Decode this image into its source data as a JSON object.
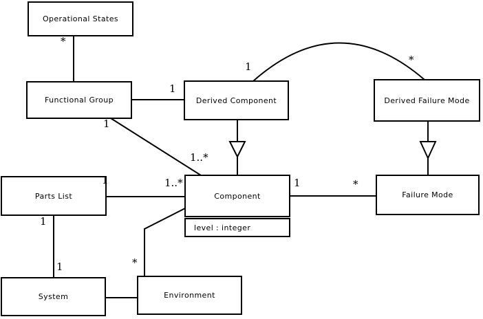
{
  "diagram": {
    "background": "#ffffff",
    "stroke_color": "#000000",
    "nodes": [
      {
        "id": "operational-states",
        "label": "Operational States"
      },
      {
        "id": "functional-group",
        "label": "Functional Group"
      },
      {
        "id": "derived-component",
        "label": "Derived Component"
      },
      {
        "id": "derived-failure-mode",
        "label": "Derived Failure Mode"
      },
      {
        "id": "parts-list",
        "label": "Parts List"
      },
      {
        "id": "component",
        "label": "Component",
        "attributes": [
          "level : integer"
        ]
      },
      {
        "id": "failure-mode",
        "label": "Failure Mode"
      },
      {
        "id": "system",
        "label": "System"
      },
      {
        "id": "environment",
        "label": "Environment"
      }
    ],
    "edges": [
      {
        "from": "operational-states",
        "to": "functional-group",
        "type": "association",
        "from_multiplicity": "*"
      },
      {
        "from": "functional-group",
        "to": "derived-component",
        "type": "association",
        "to_multiplicity": "1"
      },
      {
        "from": "functional-group",
        "to": "component",
        "type": "association",
        "from_multiplicity": "1",
        "to_multiplicity": "1..*"
      },
      {
        "from": "derived-component",
        "to": "derived-failure-mode",
        "type": "association",
        "from_multiplicity": "1",
        "to_multiplicity": "*"
      },
      {
        "from": "derived-component",
        "to": "component",
        "type": "generalization"
      },
      {
        "from": "derived-failure-mode",
        "to": "failure-mode",
        "type": "generalization"
      },
      {
        "from": "parts-list",
        "to": "component",
        "type": "association",
        "from_multiplicity": "1",
        "to_multiplicity": "1..*"
      },
      {
        "from": "component",
        "to": "failure-mode",
        "type": "association",
        "from_multiplicity": "1",
        "to_multiplicity": "*"
      },
      {
        "from": "parts-list",
        "to": "system",
        "type": "association",
        "from_multiplicity": "1",
        "to_multiplicity": "1"
      },
      {
        "from": "system",
        "to": "environment",
        "type": "association"
      },
      {
        "from": "environment",
        "to": "component",
        "type": "association",
        "from_multiplicity": "*"
      }
    ]
  }
}
